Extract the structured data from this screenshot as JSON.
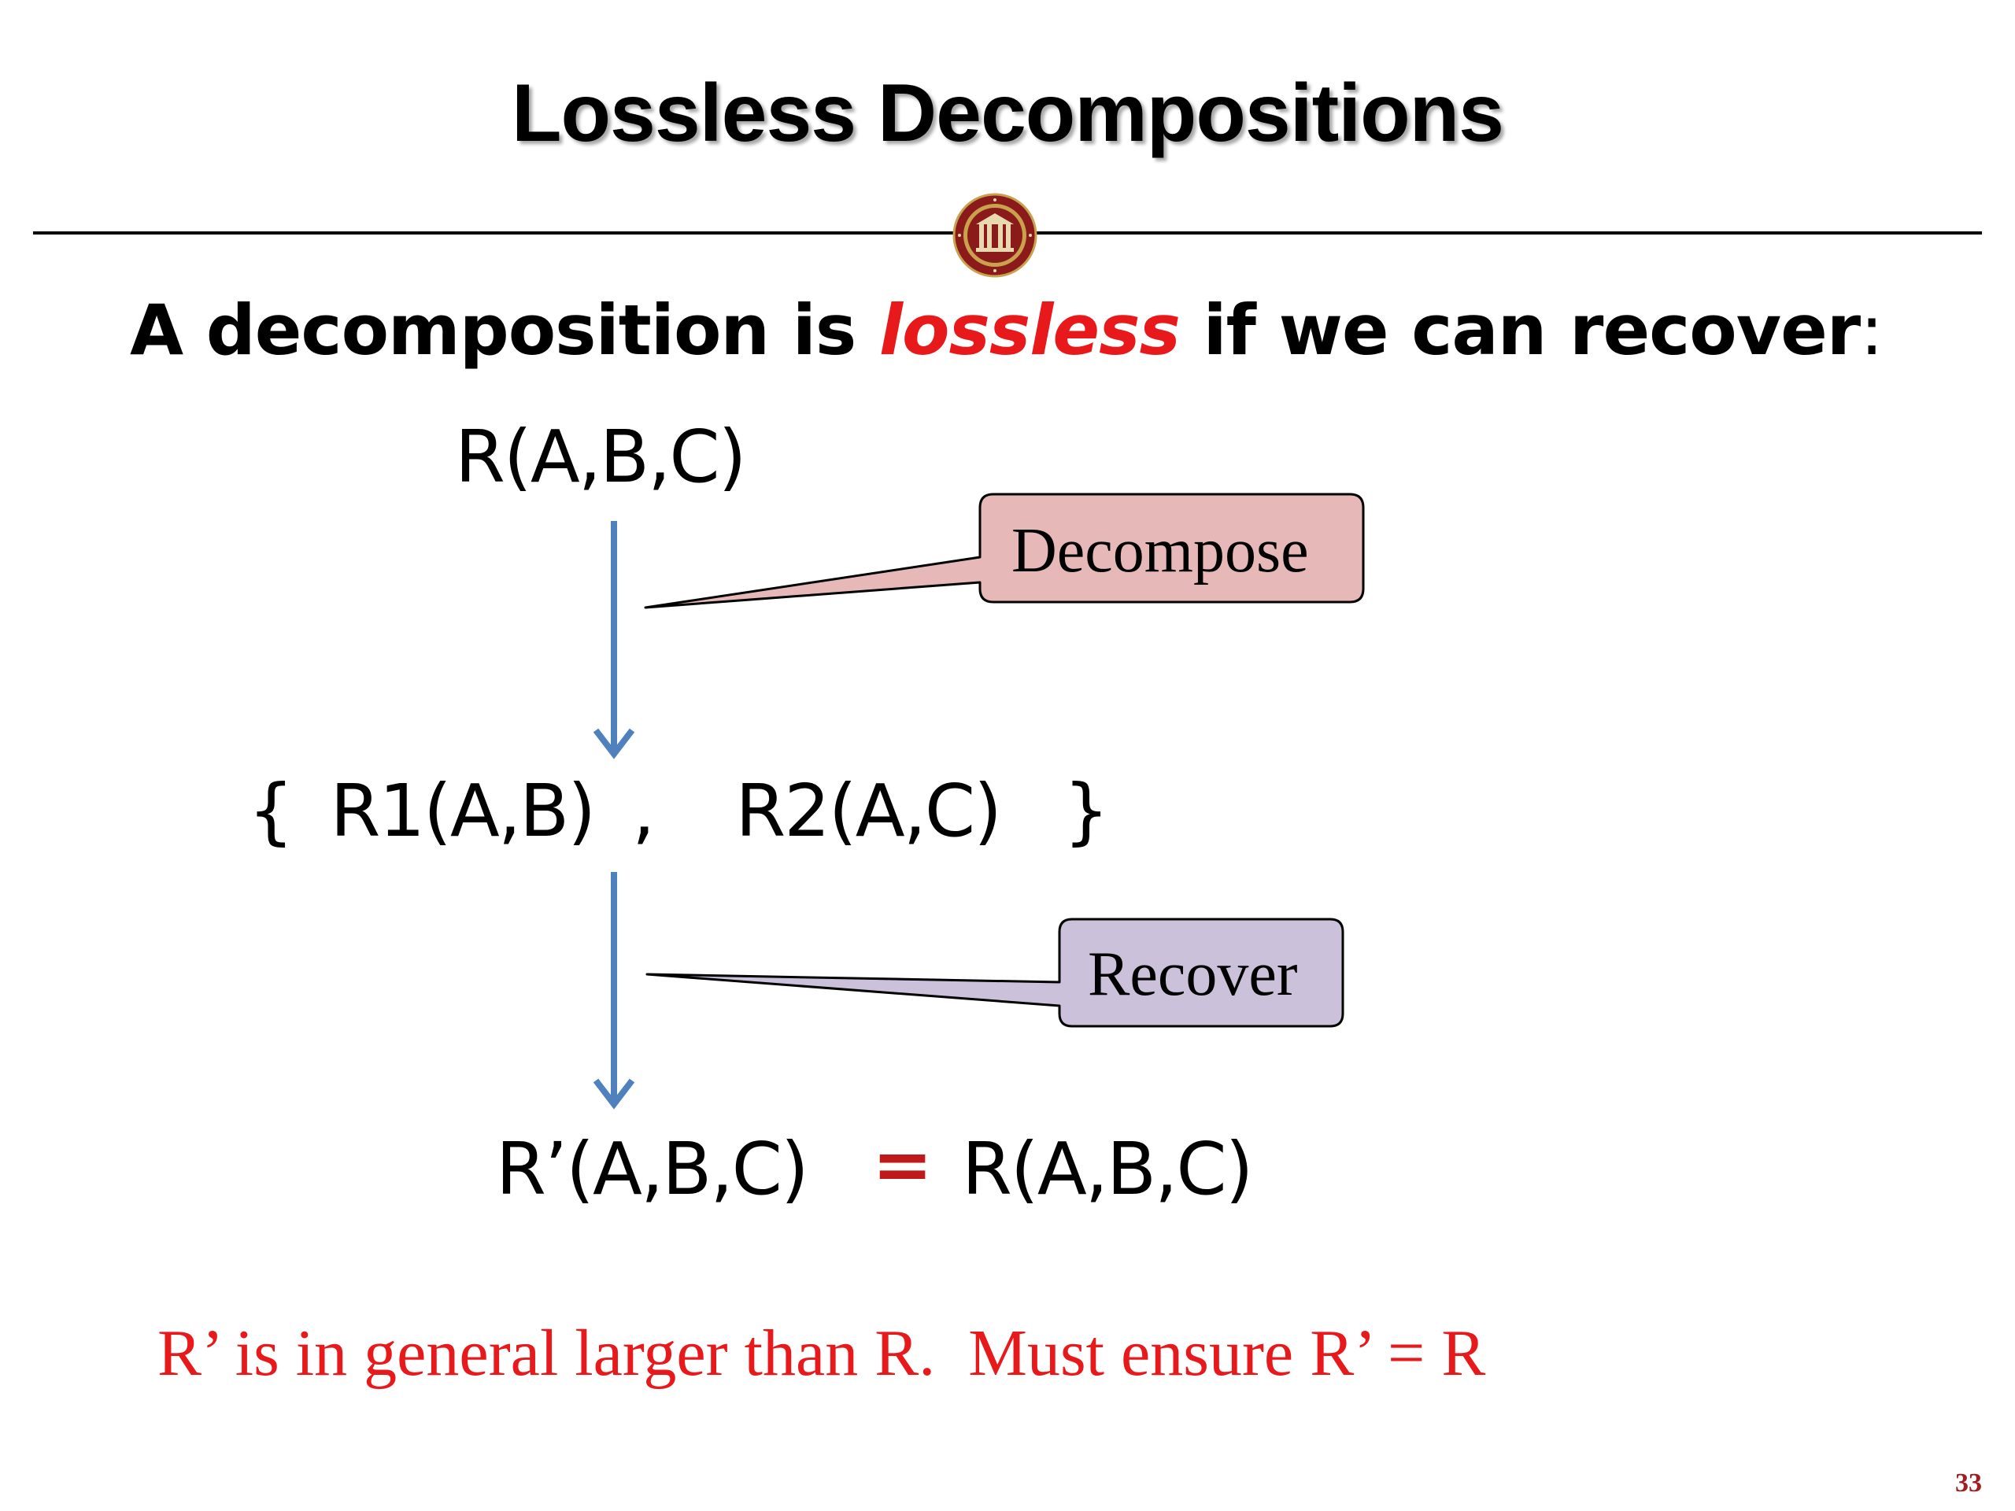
{
  "slide": {
    "title": "Lossless Decompositions",
    "lead": {
      "before": "A decomposition is ",
      "emphasis": "lossless",
      "after": " if we can recover",
      "colon": ":"
    },
    "relation_top": "R(A,B,C)",
    "decomposition": {
      "open_brace": "{",
      "r1": "R1(A,B)",
      "comma": ",",
      "r2": "R2(A,C)",
      "close_brace": "}"
    },
    "relation_recovered": "R’(A,B,C)",
    "equals": "=",
    "relation_original": "R(A,B,C)",
    "callouts": {
      "decompose": "Decompose",
      "recover": "Recover"
    },
    "note": "R’ is in general larger than R.  Must ensure R’ = R",
    "page_number": "33"
  },
  "icons": {
    "seal": "university-seal-icon",
    "arrows": "arrow-down-icon"
  },
  "colors": {
    "accent_red": "#e8191b",
    "equals_red": "#c0191b",
    "arrow_blue": "#4f81bd",
    "decompose_fill": "#e6b9b8",
    "recover_fill": "#ccc1da",
    "seal_red": "#8b1a1a",
    "page_number": "#a11d21"
  }
}
